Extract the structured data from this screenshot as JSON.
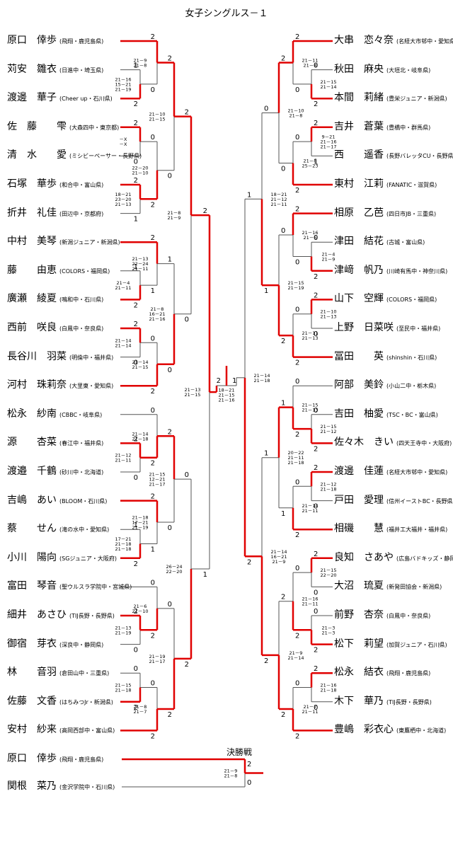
{
  "title": "女子シングルス－１",
  "final_label": "決勝戦",
  "colors": {
    "win": "#e00000",
    "lose": "#555555"
  },
  "left": [
    {
      "name": "原口　倖歩",
      "aff": "(飛翔・鹿児島県)"
    },
    {
      "name": "苅安　雛衣",
      "aff": "(日進中・埼玉県)"
    },
    {
      "name": "渡邊　華子",
      "aff": "(Cheer up・石川県)"
    },
    {
      "name": "佐　藤　　雫",
      "aff": "(大森四中・東京都)"
    },
    {
      "name": "清　水　　愛",
      "aff": "(ミシビーペーサー・長野県)"
    },
    {
      "name": "石塚　華歩",
      "aff": "(和合中・富山県)"
    },
    {
      "name": "折井　礼佳",
      "aff": "(田辺中・京都府)"
    },
    {
      "name": "中村　美琴",
      "aff": "(新潟ジュニア・新潟県)"
    },
    {
      "name": "藤　　由恵",
      "aff": "(COLORS・福岡県)"
    },
    {
      "name": "廣瀬　綾夏",
      "aff": "(鳴和中・石川県)"
    },
    {
      "name": "西前　咲良",
      "aff": "(白鳳中・奈良県)"
    },
    {
      "name": "長谷川　羽菜",
      "aff": "(明倫中・福井県)"
    },
    {
      "name": "河村　珠莉奈",
      "aff": "(大里東・愛知県)"
    },
    {
      "name": "松永　紗南",
      "aff": "(CBBC・岐阜県)"
    },
    {
      "name": "源　　杏菜",
      "aff": "(春江中・福井県)"
    },
    {
      "name": "渡邉　千鶴",
      "aff": "(砂川中・北海道)"
    },
    {
      "name": "吉嶋　あい",
      "aff": "(BLOOM・石川県)"
    },
    {
      "name": "蔡　　せん",
      "aff": "(滝の水中・愛知県)"
    },
    {
      "name": "小川　陽向",
      "aff": "(SGジュニア・大阪府)"
    },
    {
      "name": "富田　琴音",
      "aff": "(聖ウルスラ学院中・宮城県)"
    },
    {
      "name": "細井　あさひ",
      "aff": "(TIJ長野・長野県)"
    },
    {
      "name": "御宿　芽衣",
      "aff": "(深良中・静岡県)"
    },
    {
      "name": "林　　音羽",
      "aff": "(倉田山中・三重県)"
    },
    {
      "name": "佐藤　文香",
      "aff": "(はちみつJr・新潟県)"
    },
    {
      "name": "安村　紗来",
      "aff": "(高岡西部中・富山県)"
    }
  ],
  "right": [
    {
      "name": "大串　恋々奈",
      "aff": "(名経大市邨中・愛知県)"
    },
    {
      "name": "秋田　麻央",
      "aff": "(大垣北・岐阜県)"
    },
    {
      "name": "本間　莉緒",
      "aff": "(豊栄ジュニア・新潟県)"
    },
    {
      "name": "吉井　蒼葉",
      "aff": "(豊橋中・群馬県)"
    },
    {
      "name": "西　　遥香",
      "aff": "(長野バレッタCU・長野県)"
    },
    {
      "name": "東村　江莉",
      "aff": "(FANATIC・滋賀県)"
    },
    {
      "name": "相原　乙芭",
      "aff": "(四日市JB・三重県)"
    },
    {
      "name": "津田　結花",
      "aff": "(古城・富山県)"
    },
    {
      "name": "津﨑　帆乃",
      "aff": "(川崎有馬中・神奈川県)"
    },
    {
      "name": "山下　空輝",
      "aff": "(COLORS・福岡県)"
    },
    {
      "name": "上野　日菜咲",
      "aff": "(至民中・福井県)"
    },
    {
      "name": "冨田　　英",
      "aff": "(shinshin・石川県)"
    },
    {
      "name": "阿部　美鈴",
      "aff": "(小山二中・栃木県)"
    },
    {
      "name": "吉田　柚愛",
      "aff": "(TSC・BC・富山県)"
    },
    {
      "name": "佐々木　きい",
      "aff": "(四天王寺中・大阪府)"
    },
    {
      "name": "渡邊　佳蓮",
      "aff": "(名経大市邨中・愛知県)"
    },
    {
      "name": "戸田　愛理",
      "aff": "(信州イーストBC・長野県)"
    },
    {
      "name": "相磯　　慧",
      "aff": "(福井工大福井・福井県)"
    },
    {
      "name": "良知　さあや",
      "aff": "(広島バドキッズ・静岡県)"
    },
    {
      "name": "大沼　琉夏",
      "aff": "(新発田協会・新潟県)"
    },
    {
      "name": "前野　杏奈",
      "aff": "(白鳳中・奈良県)"
    },
    {
      "name": "松下　莉望",
      "aff": "(加賀ジュニア・石川県)"
    },
    {
      "name": "松永　結衣",
      "aff": "(飛翔・鹿児島県)"
    },
    {
      "name": "木下　華乃",
      "aff": "(TIJ長野・長野県)"
    },
    {
      "name": "豊嶋　彩衣心",
      "aff": "(東鷹栖中・北海道)"
    }
  ],
  "final": [
    {
      "name": "原口　倖歩",
      "aff": "(飛翔・鹿児島県)"
    },
    {
      "name": "関根　菜乃",
      "aff": "(金沢学院中・石川県)"
    }
  ],
  "left_matches": [
    {
      "id": "L1",
      "a": 1,
      "b": 2,
      "w": "b",
      "sa": "1",
      "sb": "2",
      "sc": "21－16\n15－21\n21－19"
    },
    {
      "id": "L2",
      "a": 0,
      "b": "L1",
      "w": "a",
      "sa": "2",
      "sb": "0",
      "sc": "21－9\n21－8"
    },
    {
      "id": "L3",
      "a": 3,
      "b": 4,
      "w": "a",
      "sa": "2",
      "sb": "0",
      "sc": "－X\n－X"
    },
    {
      "id": "L4",
      "a": 5,
      "b": 6,
      "w": "a",
      "sa": "2",
      "sb": "1",
      "sc": "18－21\n23－20\n21－13"
    },
    {
      "id": "L5",
      "a": "L3",
      "b": "L4",
      "w": "b",
      "sa": "0",
      "sb": "2",
      "sc": "22－20\n21－10"
    },
    {
      "id": "L6",
      "a": "L2",
      "b": "L5",
      "w": "a",
      "sa": "2",
      "sb": "0",
      "sc": "21－10\n21－15"
    },
    {
      "id": "L7",
      "a": 8,
      "b": 9,
      "w": "b",
      "sa": "1",
      "sb": "2",
      "sc": "21－4\n21－11"
    },
    {
      "id": "L8",
      "a": 7,
      "b": "L7",
      "w": "a",
      "sa": "2",
      "sb": "1",
      "sc": "21－13\n22－24\n21－11"
    },
    {
      "id": "L9",
      "a": 10,
      "b": 11,
      "w": "a",
      "sa": "2",
      "sb": "0",
      "sc": "21－14\n21－14"
    },
    {
      "id": "L10",
      "a": "L9",
      "b": 12,
      "w": "b",
      "sa": "0",
      "sb": "2",
      "sc": "21－14\n21－15"
    },
    {
      "id": "L11",
      "a": "L8",
      "b": "L10",
      "w": "b",
      "sa": "1",
      "sb": "0",
      "sc": "21－8\n16－21\n21－16"
    },
    {
      "id": "L12",
      "a": "L6",
      "b": "L11",
      "w": "a",
      "sa": "2",
      "sb": "0",
      "sc": "21－8\n21－9"
    },
    {
      "id": "L13",
      "a": 14,
      "b": 15,
      "w": "a",
      "sa": "2",
      "sb": "0",
      "sc": "21－12\n21－11"
    },
    {
      "id": "L14",
      "a": 13,
      "b": "L13",
      "w": "b",
      "sa": "0",
      "sb": "2",
      "sc": "21－14\n21－18"
    },
    {
      "id": "L15",
      "a": 17,
      "b": 18,
      "w": "b",
      "sa": "1",
      "sb": "2",
      "sc": "17－21\n21－18\n21－18"
    },
    {
      "id": "L16",
      "a": 16,
      "b": "L15",
      "w": "a",
      "sa": "2",
      "sb": "1",
      "sc": "21－18\n17－21\n21－19"
    },
    {
      "id": "L17",
      "a": "L14",
      "b": "L16",
      "w": "a",
      "sa": "2",
      "sb": "0",
      "sc": "21－15\n12－21\n21－17"
    },
    {
      "id": "L18",
      "a": 20,
      "b": 21,
      "w": "a",
      "sa": "2",
      "sb": "0",
      "sc": "21－13\n21－19"
    },
    {
      "id": "L19",
      "a": 19,
      "b": "L18",
      "w": "b",
      "sa": "0",
      "sb": "2",
      "sc": "21－6\n21－10"
    },
    {
      "id": "L20",
      "a": 22,
      "b": 23,
      "w": "b",
      "sa": "0",
      "sb": "2",
      "sc": "21－15\n21－18"
    },
    {
      "id": "L21",
      "a": "L20",
      "b": 24,
      "w": "b",
      "sa": "0",
      "sb": "2",
      "sc": "21－8\n21－7"
    },
    {
      "id": "L22",
      "a": "L19",
      "b": "L21",
      "w": "b",
      "sa": "0",
      "sb": "2",
      "sc": "21－19\n21－17"
    },
    {
      "id": "L23",
      "a": "L17",
      "b": "L22",
      "w": "b",
      "sa": "0",
      "sb": "2",
      "sc": "26－24\n22－20"
    },
    {
      "id": "L24",
      "a": "L12",
      "b": "L23",
      "w": "a",
      "sa": "2",
      "sb": "1",
      "sc": "21－13\n21－15"
    }
  ],
  "right_matches": [
    {
      "id": "R1",
      "a": 1,
      "b": 2,
      "w": "b",
      "sa": "0",
      "sb": "2",
      "sc": "21－15\n21－14"
    },
    {
      "id": "R2",
      "a": 0,
      "b": "R1",
      "w": "a",
      "sa": "2",
      "sb": "0",
      "sc": "21－11\n21－8"
    },
    {
      "id": "R3",
      "a": 3,
      "b": 4,
      "w": "a",
      "sa": "2",
      "sb": "1",
      "sc": "9－21\n21－16\n21－17"
    },
    {
      "id": "R4",
      "a": "R3",
      "b": 5,
      "w": "b",
      "sa": "0",
      "sb": "2",
      "sc": "21－8\n25－23"
    },
    {
      "id": "R5",
      "a": "R2",
      "b": "R4",
      "w": "a",
      "sa": "2",
      "sb": "0",
      "sc": "21－10\n21－8"
    },
    {
      "id": "R6",
      "a": 7,
      "b": 8,
      "w": "b",
      "sa": "0",
      "sb": "2",
      "sc": "21－4\n21－9"
    },
    {
      "id": "R7",
      "a": 6,
      "b": "R6",
      "w": "a",
      "sa": "2",
      "sb": "0",
      "sc": "21－16\n21－6"
    },
    {
      "id": "R8",
      "a": 9,
      "b": 10,
      "w": "a",
      "sa": "2",
      "sb": "0",
      "sc": "21－10\n21－13"
    },
    {
      "id": "R9",
      "a": "R8",
      "b": 11,
      "w": "b",
      "sa": "0",
      "sb": "2",
      "sc": "21－11\n21－13"
    },
    {
      "id": "R10",
      "a": "R7",
      "b": "R9",
      "w": "b",
      "sa": "0",
      "sb": "2",
      "sc": "21－15\n21－19"
    },
    {
      "id": "R11",
      "a": "R5",
      "b": "R10",
      "w": "b",
      "sa": "0",
      "sb": "1",
      "sc": "18－21\n21－12\n21－11"
    },
    {
      "id": "R12",
      "a": 13,
      "b": 14,
      "w": "b",
      "sa": "0",
      "sb": "2",
      "sc": "21－15\n21－12"
    },
    {
      "id": "R13",
      "a": 12,
      "b": "R12",
      "w": "b",
      "sa": "0",
      "sb": "2",
      "sc": "21－15\n21－13"
    },
    {
      "id": "R14",
      "a": 15,
      "b": 16,
      "w": "a",
      "sa": "2",
      "sb": "0",
      "sc": "21－12\n21－18"
    },
    {
      "id": "R15",
      "a": "R14",
      "b": 17,
      "w": "b",
      "sa": "0",
      "sb": "2",
      "sc": "21－14\n21－11"
    },
    {
      "id": "R16",
      "a": "R13",
      "b": "R15",
      "w": "a",
      "sa": "1",
      "sb": "1",
      "sc": "20－22\n21－11\n21－18"
    },
    {
      "id": "R17",
      "a": 18,
      "b": 19,
      "w": "a",
      "sa": "2",
      "sb": "0",
      "sc": "21－15\n22－20"
    },
    {
      "id": "R18",
      "a": 20,
      "b": 21,
      "w": "b",
      "sa": "0",
      "sb": "2",
      "sc": "21－3\n21－3"
    },
    {
      "id": "R19",
      "a": "R17",
      "b": "R18",
      "w": "b",
      "sa": "0",
      "sb": "2",
      "sc": "21－16\n21－11"
    },
    {
      "id": "R20",
      "a": 22,
      "b": 23,
      "w": "a",
      "sa": "2",
      "sb": "0",
      "sc": "21－16\n21－18"
    },
    {
      "id": "R21",
      "a": "R20",
      "b": 24,
      "w": "b",
      "sa": "0",
      "sb": "2",
      "sc": "21－7\n21－11"
    },
    {
      "id": "R22",
      "a": "R19",
      "b": "R21",
      "w": "b",
      "sa": "2",
      "sb": "2",
      "sc": "21－9\n21－14"
    },
    {
      "id": "R23",
      "a": "R16",
      "b": "R22",
      "w": "b",
      "sa": "1",
      "sb": "2",
      "sc": "21－14\n16－21\n21－9"
    },
    {
      "id": "R24",
      "a": "R11",
      "b": "R23",
      "w": "b",
      "sa": "1",
      "sb": "2",
      "sc": "21－14\n21－18"
    }
  ],
  "semi": {
    "sa": "2",
    "sb": "1",
    "sc": "18－21\n21－15\n21－16"
  },
  "final_match": {
    "sa": "2",
    "sb": "0",
    "sc": "21－9\n21－8"
  }
}
